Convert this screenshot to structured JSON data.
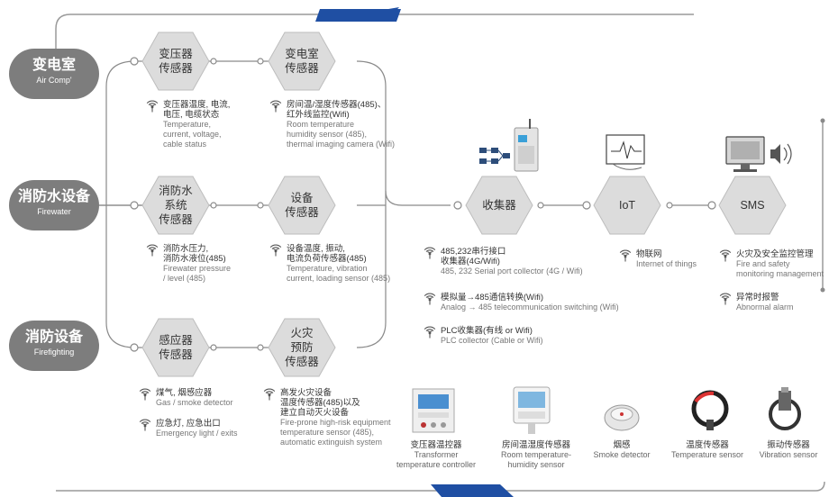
{
  "categories": [
    {
      "title": "变电室",
      "subtitle": "Air Comp'"
    },
    {
      "title": "消防水设备",
      "subtitle": "Firewater"
    },
    {
      "title": "消防设备",
      "subtitle": "Firefighting"
    }
  ],
  "sensors": {
    "transformer": "变压器\n传感器",
    "substation": "变电室\n传感器",
    "firewater": "消防水\n系统\n传感器",
    "equipment": "设备\n传感器",
    "inductor": "感应器\n传感器",
    "fireprev": "火灾\n预防\n传感器"
  },
  "hubs": {
    "collector": "收集器",
    "iot": "IoT",
    "sms": "SMS"
  },
  "descs": {
    "transformer": {
      "cn": [
        "变压器温度, 电流,",
        "电压, 电缆状态"
      ],
      "en": [
        "Temperature,",
        "current, voltage,",
        "cable status"
      ]
    },
    "substation": {
      "cn": [
        "房间温/湿度传感器(485)、",
        "红外线监控(Wifi)"
      ],
      "en": [
        "Room temperature",
        "humidity sensor (485),",
        "thermal imaging camera (Wifi)"
      ]
    },
    "firewater": {
      "cn": [
        "消防水压力,",
        "消防水液位(485)"
      ],
      "en": [
        "Firewater pressure",
        "/ level (485)"
      ]
    },
    "equipment": {
      "cn": [
        "设备温度, 振动,",
        "电流负荷传感器(485)"
      ],
      "en": [
        "Temperature, vibration",
        "current, loading sensor (485)"
      ]
    },
    "gas": {
      "cn": [
        "煤气, 烟感应器"
      ],
      "en": [
        "Gas / smoke detector"
      ]
    },
    "emergency": {
      "cn": [
        "应急灯, 应急出口"
      ],
      "en": [
        "Emergency light / exits"
      ]
    },
    "fireprev": {
      "cn": [
        "高发火灾设备",
        "温度传感器(485)以及",
        "建立自动灭火设备"
      ],
      "en": [
        "Fire-prone high-risk equipment",
        "temperature sensor (485),",
        "automatic extinguish system"
      ]
    },
    "col1": {
      "cn": [
        "485,232串行接口",
        "收集器(4G/Wifi)"
      ],
      "en": [
        "485, 232 Serial port collector (4G / Wifi)"
      ]
    },
    "col2": {
      "cn": [
        "模拟量→485通信转换(Wifi)"
      ],
      "en": [
        "Analog → 485 telecommunication switching (Wifi)"
      ]
    },
    "col3": {
      "cn": [
        "PLC收集器(有线 or Wifi)"
      ],
      "en": [
        "PLC collector (Cable or Wifi)"
      ]
    },
    "iot": {
      "cn": [
        "物联网"
      ],
      "en": [
        "Internet of things"
      ]
    },
    "sms1": {
      "cn": [
        "火灾及安全监控管理"
      ],
      "en": [
        "Fire and safety",
        "monitoring management"
      ]
    },
    "sms2": {
      "cn": [
        "异常时报警"
      ],
      "en": [
        "Abnormal alarm"
      ]
    }
  },
  "devices": [
    {
      "cn": "变压器温控器",
      "en": [
        "Transformer",
        "temperature controller"
      ]
    },
    {
      "cn": "房间温湿度传感器",
      "en": [
        "Room temperature-",
        "humidity sensor"
      ]
    },
    {
      "cn": "烟感",
      "en": [
        "Smoke detector"
      ]
    },
    {
      "cn": "温度传感器",
      "en": [
        "Temperature sensor"
      ]
    },
    {
      "cn": "振动传感器",
      "en": [
        "Vibration sensor"
      ]
    }
  ],
  "colors": {
    "accent": "#1f4fa3",
    "node": "#dcdcdc",
    "line": "#8a8a8a",
    "category": "#7d7d7d"
  }
}
